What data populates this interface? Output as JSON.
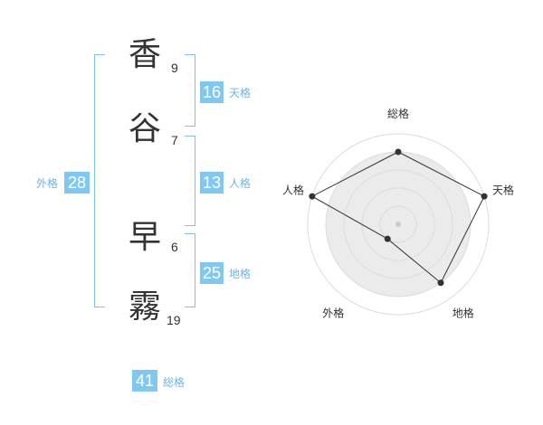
{
  "name": {
    "chars": [
      {
        "char": "香",
        "strokes": "9"
      },
      {
        "char": "谷",
        "strokes": "7"
      },
      {
        "char": "早",
        "strokes": "6"
      },
      {
        "char": "霧",
        "strokes": "19"
      }
    ]
  },
  "kakusu": {
    "tenkaku": {
      "value": "16",
      "label": "天格"
    },
    "jinkaku": {
      "value": "13",
      "label": "人格"
    },
    "chikaku": {
      "value": "25",
      "label": "地格"
    },
    "gaikaku": {
      "value": "28",
      "label": "外格"
    },
    "soukaku": {
      "value": "41",
      "label": "総格"
    }
  },
  "colors": {
    "accent": "#81c8f1",
    "bracket": "#7cc4ef",
    "label": "#69b6e6",
    "text": "#333333",
    "radar_fill": "#ebebeb"
  },
  "chart_data": {
    "type": "radar",
    "axes": [
      "総格",
      "天格",
      "地格",
      "外格",
      "人格"
    ],
    "values": [
      4,
      5,
      4,
      1,
      5
    ],
    "rmax": 5,
    "rings": 5
  }
}
